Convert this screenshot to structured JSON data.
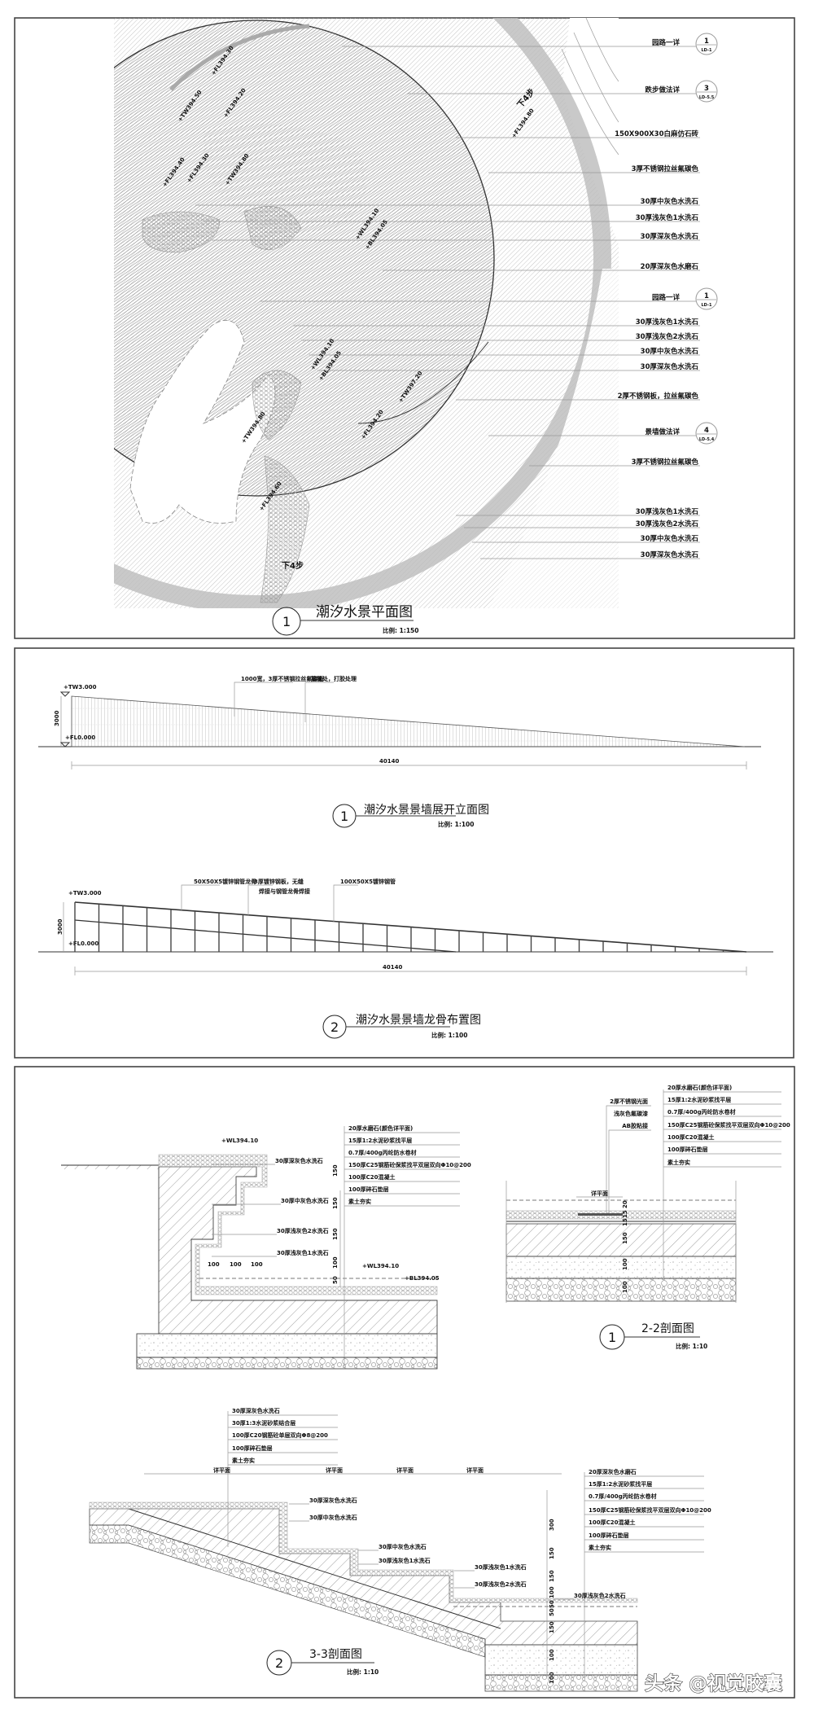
{
  "plan": {
    "number": "1",
    "title": "潮汐水景平面图",
    "scale": "比例: 1:150",
    "callouts": [
      {
        "text": "园路一详",
        "ref_num": "1",
        "ref_sheet": "LD-1"
      },
      {
        "text": "跌步做法详",
        "ref_num": "3",
        "ref_sheet": "LD-5.5"
      },
      {
        "text": "150X900X30白麻仿石砖"
      },
      {
        "text": "3厚不锈钢拉丝氟碳色"
      },
      {
        "text": "30厚中灰色水洗石"
      },
      {
        "text": "30厚浅灰色1水洗石"
      },
      {
        "text": "30厚深灰色水洗石"
      },
      {
        "text": "20厚深灰色水磨石"
      },
      {
        "text": "园路一详",
        "ref_num": "1",
        "ref_sheet": "LD-1"
      },
      {
        "text": "30厚浅灰色1水洗石"
      },
      {
        "text": "30厚浅灰色2水洗石"
      },
      {
        "text": "30厚中灰色水洗石"
      },
      {
        "text": "30厚深灰色水洗石"
      },
      {
        "text": "2厚不锈钢板，拉丝氟碳色"
      },
      {
        "text": "景墙做法详",
        "ref_num": "4",
        "ref_sheet": "LD-5.4"
      },
      {
        "text": "3厚不锈钢拉丝氟碳色"
      },
      {
        "text": "30厚浅灰色1水洗石"
      },
      {
        "text": "30厚浅灰色2水洗石"
      },
      {
        "text": "30厚中灰色水洗石"
      },
      {
        "text": "30厚深灰色水洗石"
      }
    ],
    "elevations": [
      "+FL394.30",
      "+TW394.50",
      "+FL394.20",
      "+FL394.40",
      "+FL394.30",
      "+TW394.80",
      "+WL394.10",
      "+BL394.05",
      "+FL394.80",
      "+TW394.80",
      "+WL394.10",
      "+BL394.05",
      "+TW397.20",
      "+FL394.20",
      "+FL394.60"
    ],
    "steps": [
      "下4步",
      "下4步"
    ]
  },
  "wall_elevation": {
    "number": "1",
    "title": "潮汐水景景墙展开立面图",
    "scale": "比例: 1:100",
    "top_elev": "+TW3.000",
    "base_elev": "+FL0.000",
    "height_dim": "3000",
    "length_dim": "40140",
    "notes": [
      "1000宽，3厚不锈钢拉丝氟碳面",
      "接缝处，打胶处理"
    ]
  },
  "wall_frame": {
    "number": "2",
    "title": "潮汐水景景墙龙骨布置图",
    "scale": "比例: 1:100",
    "top_elev": "+TW3.000",
    "base_elev": "+FL0.000",
    "height_dim": "3000",
    "length_dim": "40140",
    "notes": [
      "50X50X5镀锌钢管龙骨",
      "3厚镀锌钢板，无缝",
      "焊接与钢管龙骨焊接",
      "100X50X5镀锌钢管"
    ]
  },
  "section_left": {
    "layers": [
      "20厚水磨石(颜色详平面)",
      "15厚1:2水泥砂浆找平层",
      "0.7厚/400g丙纶防水卷材",
      "150厚C25钢筋砼保浆找平双层双向Φ10@200",
      "100厚C20混凝土",
      "100厚碎石垫层",
      "素土夯实"
    ],
    "stones": [
      "30厚深灰色水洗石",
      "30厚中灰色水洗石",
      "30厚浅灰色2水洗石",
      "30厚浅灰色1水洗石"
    ],
    "elevations": [
      "+WL394.10",
      "+WL394.10",
      "+BL394.05"
    ],
    "h_dims": [
      "100",
      "100",
      "100"
    ],
    "v_dims": [
      "150",
      "150",
      "150",
      "100",
      "50"
    ]
  },
  "section_2_2": {
    "number": "1",
    "title": "2-2剖面图",
    "scale": "比例: 1:10",
    "layers": [
      "20厚水磨石(颜色详平面)",
      "15厚1:2水泥砂浆找平层",
      "0.7厚/400g丙纶防水卷材",
      "150厚C25钢筋砼保浆找平双层双向Φ10@200",
      "100厚C20混凝土",
      "100厚碎石垫层",
      "素土夯实"
    ],
    "edge_notes": [
      "2厚不锈钢光面",
      "浅灰色氟碳漆",
      "AB胶粘接"
    ],
    "plan_ref": "详平面",
    "v_dims": [
      "20",
      "15",
      "15",
      "150",
      "100",
      "100"
    ]
  },
  "section_3_3": {
    "number": "2",
    "title": "3-3剖面图",
    "scale": "比例: 1:10",
    "top_layers": [
      "30厚深灰色水洗石",
      "30厚1:3水泥砂浆结合层",
      "100厚C20钢筋砼单层双向Φ8@200",
      "100厚碎石垫层",
      "素土夯实"
    ],
    "right_layers": [
      "20厚深灰色水磨石",
      "15厚1:2水泥砂浆找平层",
      "0.7厚/400g丙纶防水卷材",
      "150厚C25钢筋砼保浆找平双层双向Φ10@200",
      "100厚C20混凝土",
      "100厚碎石垫层",
      "素土夯实"
    ],
    "plan_refs": [
      "详平面",
      "详平面",
      "详平面",
      "详平面"
    ],
    "stones": [
      "30厚深灰色水洗石",
      "30厚中灰色水洗石",
      "30厚中灰色水洗石",
      "30厚浅灰色1水洗石",
      "30厚浅灰色1水洗石",
      "30厚浅灰色2水洗石",
      "30厚浅灰色2水洗石"
    ],
    "v_dims": [
      "300",
      "150",
      "150",
      "100",
      "50",
      "50",
      "150",
      "100",
      "100"
    ]
  },
  "watermark": "头条 @视觉胶囊"
}
